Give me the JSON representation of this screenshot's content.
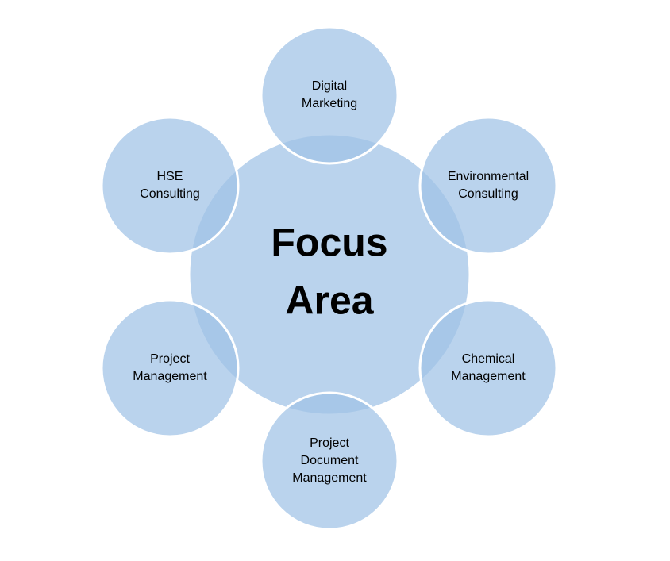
{
  "colors": {
    "disc_fill": "#9fc2e6",
    "background": "#ffffff",
    "text": "#000000"
  },
  "center": {
    "lines": [
      "Focus",
      "Area"
    ]
  },
  "satellites": [
    {
      "id": "digital-marketing",
      "lines": [
        "Digital",
        "Marketing"
      ]
    },
    {
      "id": "environmental-consulting",
      "lines": [
        "Environmental",
        "Consulting"
      ]
    },
    {
      "id": "chemical-management",
      "lines": [
        "Chemical",
        "Management"
      ]
    },
    {
      "id": "project-document-management",
      "lines": [
        "Project",
        "Document",
        "Management"
      ]
    },
    {
      "id": "project-management",
      "lines": [
        "Project",
        "Management"
      ]
    },
    {
      "id": "hse-consulting",
      "lines": [
        "HSE",
        "Consulting"
      ]
    }
  ]
}
